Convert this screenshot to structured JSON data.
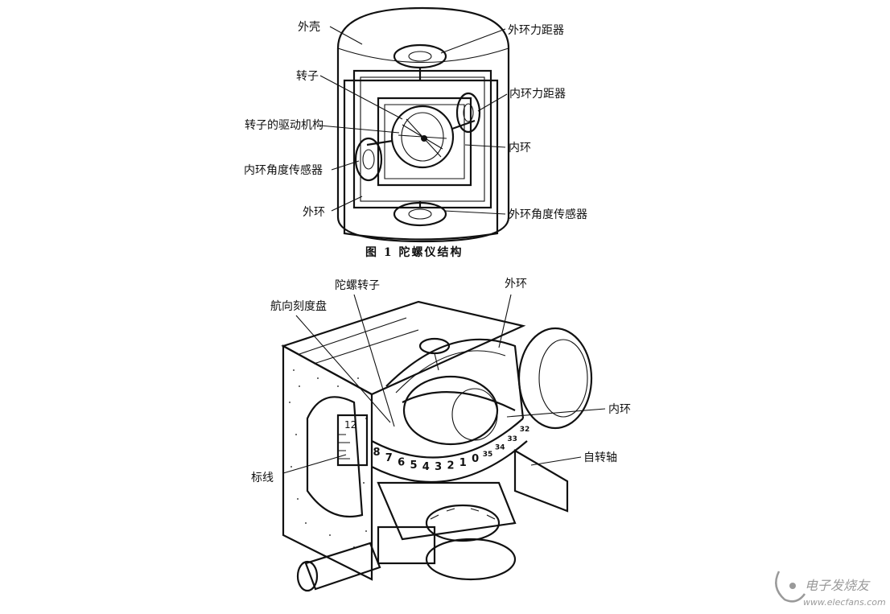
{
  "figure1": {
    "caption": "图 1   陀螺仪结构",
    "labels": {
      "shell": "外壳",
      "outer_torquer": "外环力距器",
      "rotor": "转子",
      "inner_torquer": "内环力距器",
      "rotor_drive": "转子的驱动机构",
      "inner_ring": "内环",
      "inner_angle_sensor": "内环角度传感器",
      "outer_ring": "外环",
      "outer_angle_sensor": "外环角度传感器"
    }
  },
  "figure2": {
    "labels": {
      "gyro_rotor": "陀螺转子",
      "outer_ring": "外环",
      "heading_dial": "航向刻度盘",
      "inner_ring": "内环",
      "spin_axis": "自转轴",
      "index_line": "标线"
    },
    "dial_numbers": [
      "8",
      "7",
      "6",
      "5",
      "4",
      "3",
      "2",
      "1",
      "0",
      "35",
      "34",
      "33",
      "32"
    ],
    "tape_number": "12"
  },
  "watermark": {
    "brand": "电子发烧友",
    "url": "www.elecfans.com"
  }
}
